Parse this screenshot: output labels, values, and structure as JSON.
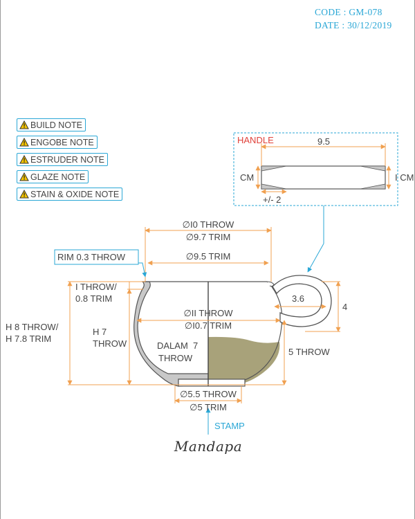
{
  "header": {
    "code": "CODE : GM-078",
    "date": "DATE : 30/12/2019"
  },
  "notes": [
    "BUILD NOTE",
    "ENGOBE NOTE",
    "ESTRUDER NOTE",
    "GLAZE NOTE",
    "STAIN & OXIDE NOTE"
  ],
  "handle_detail": {
    "title": "HANDLE",
    "length": "9.5",
    "left_unit": "CM",
    "right_unit": "I CM",
    "tolerance": "+/- 2"
  },
  "dimensions": {
    "top_throw": "∅I0 THROW",
    "top_trim": "∅9.7 TRIM",
    "rim_label": "RIM 0.3 THROW",
    "inner_trim": "∅9.5 TRIM",
    "lip_throw": "I THROW/",
    "lip_trim": "0.8 TRIM",
    "handle_inner": "3.6",
    "handle_height": "4",
    "body_throw": "∅II THROW",
    "body_trim": "∅I0.7 TRIM",
    "total_height_throw": "H 8 THROW/",
    "total_height_trim": "H 7.8 TRIM",
    "inner_height_h": "H 7",
    "inner_height_throw": "THROW",
    "depth_label": "DALAM  7",
    "depth_throw": "THROW",
    "lower_throw": "5 THROW",
    "foot_throw": "∅5.5 THROW",
    "foot_trim": "∅5 TRIM",
    "stamp": "STAMP"
  },
  "brand": "Mandapa",
  "colors": {
    "accent": "#2aa7d6",
    "dimension": "#f0a050",
    "handle_title": "#e0413a",
    "glaze_fill": "#a8a27a",
    "wall_fill": "#c8c8c8",
    "outline": "#555555"
  }
}
